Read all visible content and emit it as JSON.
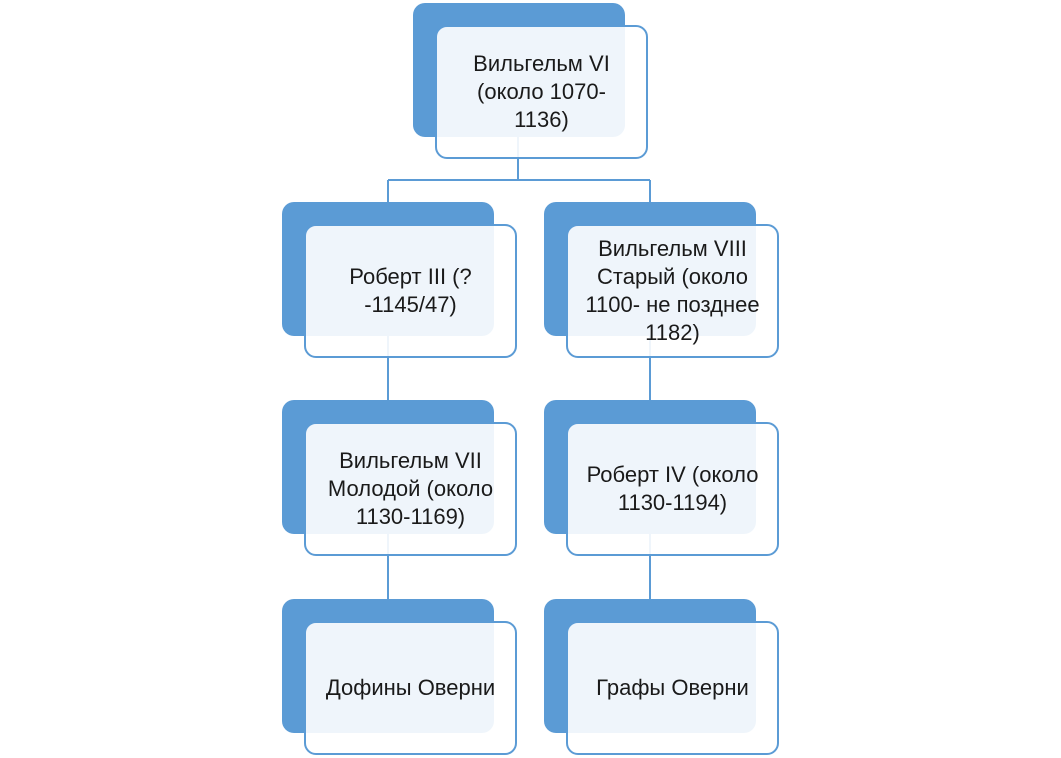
{
  "diagram": {
    "nodes": {
      "root": "Вильгельм VI (около 1070-1136)",
      "left_1": "Роберт III (?-1145/47)",
      "right_1": "Вильгельм VIII Старый (около 1100- не позднее 1182)",
      "left_2": "Вильгельм VII Молодой (около 1130-1169)",
      "right_2": "Роберт IV (около 1130-1194)",
      "left_3": "Дофины Оверни",
      "right_3": "Графы Оверни"
    },
    "colors": {
      "box_fill_back": "#5b9bd5",
      "box_border": "#5b9bd5",
      "connector": "#5b9bd5"
    }
  }
}
